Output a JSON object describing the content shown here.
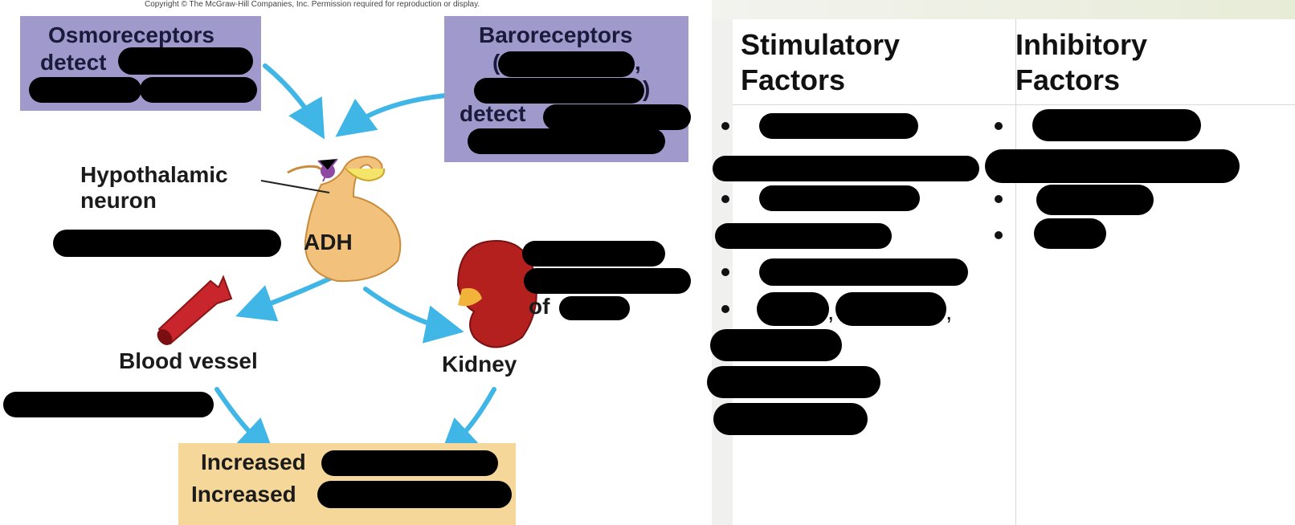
{
  "copyright": "Copyright © The McGraw-Hill Companies, Inc. Permission required for reproduction or display.",
  "diagram": {
    "osmoreceptors": {
      "line1": "Osmoreceptors",
      "line2": "detect"
    },
    "baroreceptors": {
      "line1": "Baroreceptors",
      "line2": "(",
      "line3": ",",
      "line4": ")",
      "line5": "detect"
    },
    "hypothalamic_neuron": {
      "line1": "Hypothalamic",
      "line2": "neuron"
    },
    "adh": "ADH",
    "blood_vessel": "Blood vessel",
    "kidney": "Kidney",
    "kidney_of": "of",
    "result": {
      "line1": "Increased",
      "line2": "Increased"
    },
    "colors": {
      "purple_box": "#9f99cc",
      "yellow_box": "#f6d79a",
      "arrow": "#3fb6e6"
    }
  },
  "table": {
    "headers": [
      {
        "line1": "Stimulatory",
        "line2": "Factors"
      },
      {
        "line1": "Inhibitory",
        "line2": "Factors"
      }
    ],
    "bullet": "•",
    "comma": ","
  }
}
